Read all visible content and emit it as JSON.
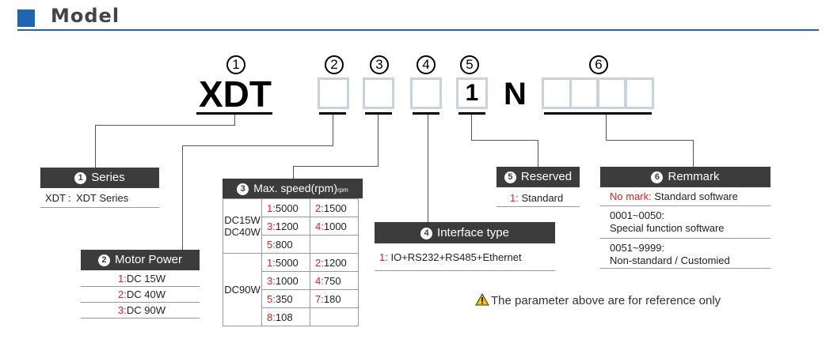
{
  "header": {
    "title": "Model"
  },
  "code": {
    "numbers": [
      "1",
      "2",
      "3",
      "4",
      "5",
      "6"
    ],
    "series": "XDT",
    "reserved_digit": "1",
    "letter": "N"
  },
  "series_box": {
    "num": "1",
    "title": "Series",
    "key": "XDT",
    "value": "XDT Series"
  },
  "motor_power": {
    "num": "2",
    "title": "Motor Power",
    "rows": [
      {
        "key": "1",
        "value": "DC 15W"
      },
      {
        "key": "2",
        "value": "DC 40W"
      },
      {
        "key": "3",
        "value": "DC 90W"
      }
    ]
  },
  "max_speed": {
    "num": "3",
    "title": "Max. speed(rpm)",
    "unit": "rpm",
    "group1": {
      "label1": "DC15W",
      "label2": "DC40W",
      "rows": [
        [
          {
            "key": "1",
            "value": "5000"
          },
          {
            "key": "2",
            "value": "1500"
          }
        ],
        [
          {
            "key": "3",
            "value": "1200"
          },
          {
            "key": "4",
            "value": "1000"
          }
        ],
        [
          {
            "key": "5",
            "value": "800"
          }
        ]
      ]
    },
    "group2": {
      "label": "DC90W",
      "rows": [
        [
          {
            "key": "1",
            "value": "5000"
          },
          {
            "key": "2",
            "value": "1200"
          }
        ],
        [
          {
            "key": "3",
            "value": "1000"
          },
          {
            "key": "4",
            "value": "750"
          }
        ],
        [
          {
            "key": "5",
            "value": "350"
          },
          {
            "key": "7",
            "value": "180"
          }
        ],
        [
          {
            "key": "8",
            "value": "108"
          }
        ]
      ]
    }
  },
  "interface": {
    "num": "4",
    "title": "Interface type",
    "key": "1",
    "value": "IO+RS232+RS485+Ethernet"
  },
  "reserved": {
    "num": "5",
    "title": "Reserved",
    "key": "1",
    "value": "Standard"
  },
  "remmark": {
    "num": "6",
    "title": "Remmark",
    "row1_key": "No mark",
    "row1_value": "Standard software",
    "row2_key": "0001~0050:",
    "row2_value": "Special function software",
    "row3_key": "0051~9999:",
    "row3_value": "Non-standard / Customied"
  },
  "note": "The parameter above are for reference only",
  "colors": {
    "accent": "#1f66b0",
    "highlight": "#e12020",
    "bar": "#3c3c3c"
  }
}
